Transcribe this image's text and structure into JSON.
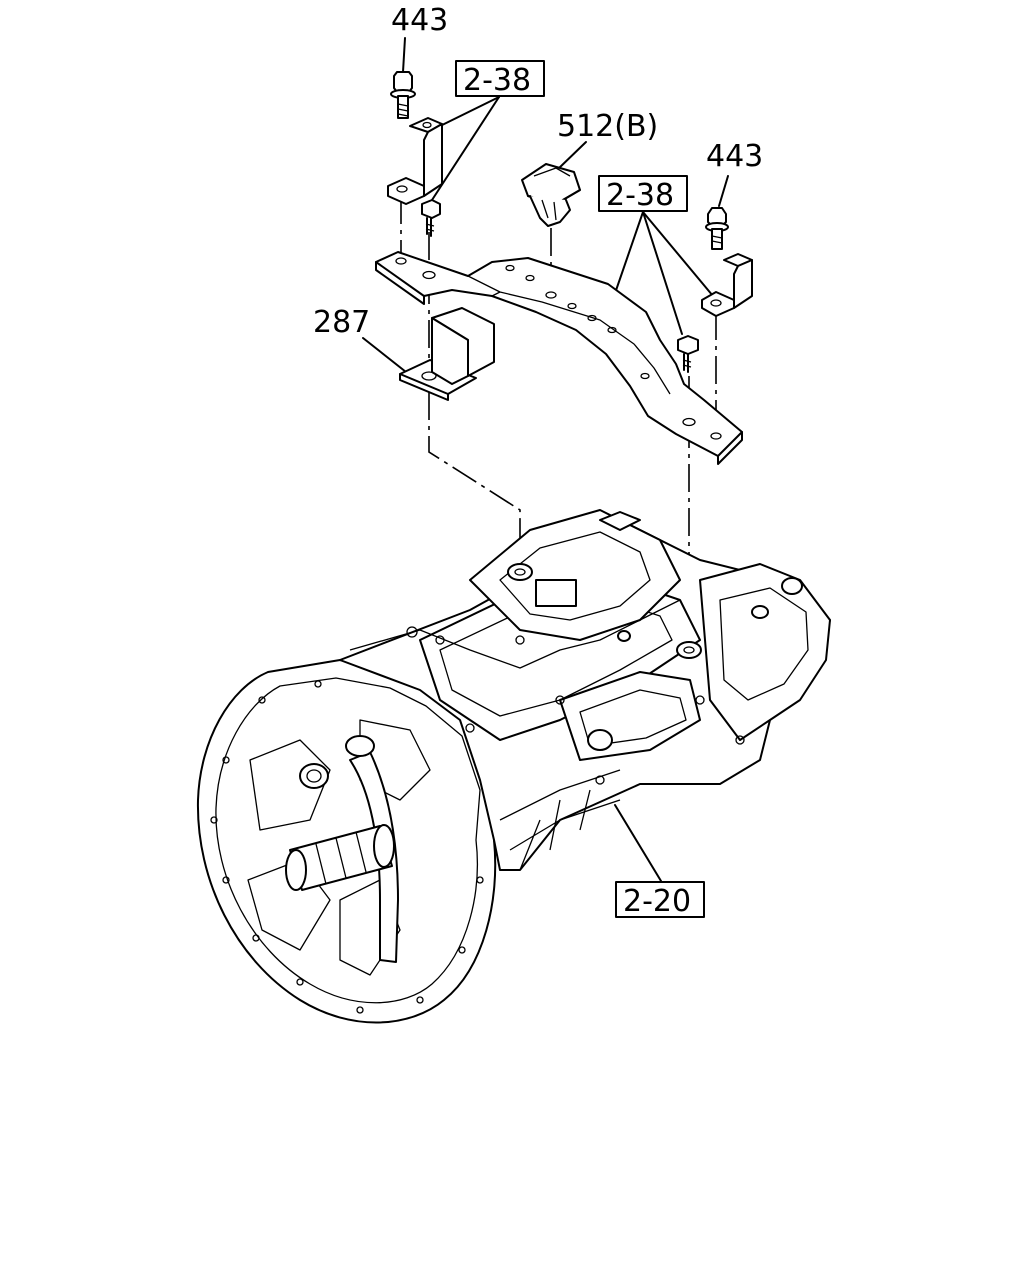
{
  "labels": {
    "bolt_top_left": "443",
    "bracket_ref_top": "2-38",
    "clip": "512(B)",
    "bolt_top_right": "443",
    "bracket_ref_right": "2-38",
    "stopper": "287",
    "transmission_ref": "2-20"
  }
}
